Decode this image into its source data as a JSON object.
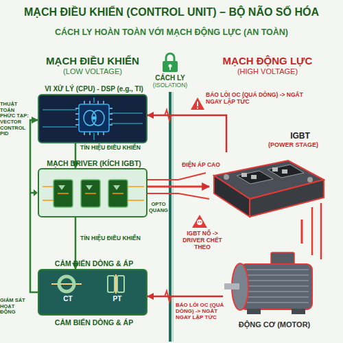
{
  "diagram": {
    "title": "MẠCH ĐIỀU KHIỂN (CONTROL UNIT) – BỘ NÃO SỐ HÓA",
    "nodes": [
      {
        "text": [
          "VI XỬ LÝ (CPU) - DSP (e.g., TI)"
        ]
      },
      {
        "text": [
          "MẠCH DRIVER (KÍCH IGBT)"
        ]
      },
      {
        "text": [
          "CẢM BIẾN DÒNG & ÁP",
          "CT",
          "PT",
          "CẢM BIẾN DÒNG & ÁP"
        ]
      },
      {
        "text": [
          "IGBT",
          "(POWER STAGE)"
        ]
      },
      {
        "text": [
          "ĐỘNG CƠ (MOTOR)"
        ]
      }
    ],
    "edges": [
      {
        "from": 0,
        "to": 1,
        "label": "TÍN HIỆU ĐIỀU KHIỂN",
        "arrow": "to"
      },
      {
        "from": 1,
        "to": 2,
        "label": "TÍN HIỆU ĐIỀU KHIỂN",
        "arrow": "to"
      },
      {
        "from": 2,
        "to": 0,
        "label": "GIÁM SÁT HOẠT ĐỘNG",
        "arrow": "to"
      },
      {
        "from": 1,
        "to": 3,
        "label": "ĐIỆN ÁP CAO",
        "arrow": "to"
      },
      {
        "from": 3,
        "to": 0,
        "label": "BÁO LỖI OC (QUÁ DÒNG) -> NGẮT NGAY LẬP TỨC",
        "arrow": "to"
      },
      {
        "from": 3,
        "to": 4,
        "arrow": "none"
      },
      {
        "from": 4,
        "to": 2,
        "label": "BÁO LỖI OC (QUÁ DÒNG) -> NGẮT NGAY LẬP TỨC",
        "arrow": "to"
      }
    ],
    "labels": [
      "CÁCH LY HOÀN TOÀN VỚI MẠCH ĐỘNG LỰC (AN TOÀN)",
      "MẠCH ĐIỀU KHIỂN",
      "(LOW VOLTAGE)",
      "CÁCH LY",
      "(ISOLATION)",
      "MẠCH ĐỘNG LỰC",
      "(HIGH VOLTAGE)",
      "THUẬT TOÁN PHỨC TẠP: VECTOR CONTROL PID",
      "OPTO QUANG",
      "IGBT NỔ -> DRIVER CHẾT THEO"
    ]
  }
}
